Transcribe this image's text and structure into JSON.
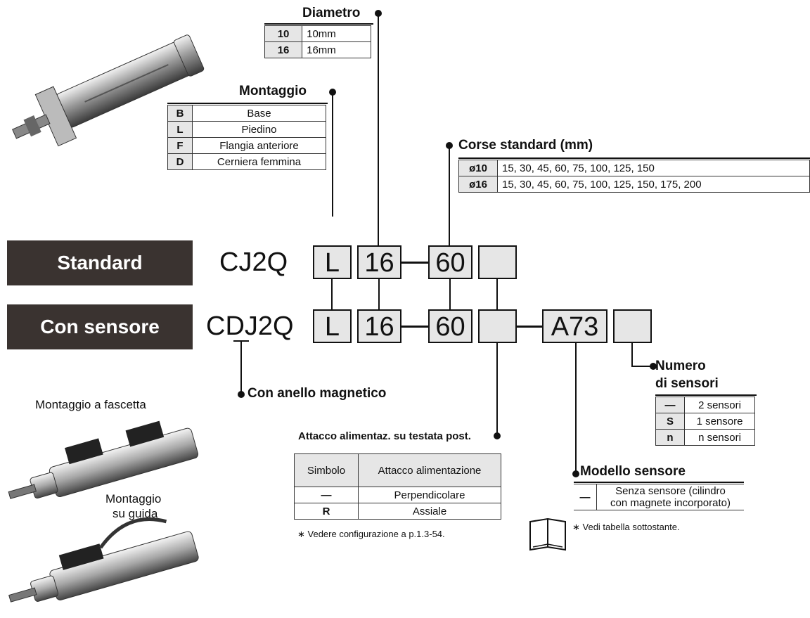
{
  "variants": {
    "standard": {
      "label": "Standard",
      "prefix": "CJ2Q",
      "codes": [
        "L",
        "16",
        "60",
        ""
      ]
    },
    "sensor": {
      "label": "Con sensore",
      "prefix": "CDJ2Q",
      "codes": [
        "L",
        "16",
        "60",
        "",
        "A73",
        ""
      ]
    }
  },
  "diametro": {
    "title": "Diametro",
    "rows": [
      {
        "code": "10",
        "value": "10mm"
      },
      {
        "code": "16",
        "value": "16mm"
      }
    ]
  },
  "montaggio": {
    "title": "Montaggio",
    "rows": [
      {
        "code": "B",
        "value": "Base"
      },
      {
        "code": "L",
        "value": "Piedino"
      },
      {
        "code": "F",
        "value": "Flangia anteriore"
      },
      {
        "code": "D",
        "value": "Cerniera femmina"
      }
    ]
  },
  "corse": {
    "title": "Corse standard  (mm)",
    "rows": [
      {
        "code": "ø10",
        "value": "15, 30, 45, 60, 75, 100, 125, 150"
      },
      {
        "code": "ø16",
        "value": "15, 30, 45, 60, 75, 100, 125, 150, 175, 200"
      }
    ]
  },
  "anello": {
    "title": "Con anello magnetico"
  },
  "attacco": {
    "title": "Attacco alimentaz. su testata post.",
    "header": [
      "Simbolo",
      "Attacco alimentazione"
    ],
    "rows": [
      {
        "code": "—",
        "value": "Perpendicolare"
      },
      {
        "code": "R",
        "value": "Assiale"
      }
    ],
    "note": "∗ Vedere configurazione a p.1.3-54."
  },
  "modello": {
    "title": "Modello sensore",
    "rows": [
      {
        "code": "—",
        "value_line1": "Senza sensore (cilindro",
        "value_line2": "con magnete incorporato)"
      }
    ],
    "note": "∗ Vedi tabella sottostante."
  },
  "numero": {
    "title_line1": "Numero",
    "title_line2": "di sensori",
    "rows": [
      {
        "code": "—",
        "value": "2 sensori"
      },
      {
        "code": "S",
        "value": "1 sensore"
      },
      {
        "code": "n",
        "value": "n sensori"
      }
    ]
  },
  "photos": {
    "fascetta": "Montaggio a fascetta",
    "guida_line1": "Montaggio",
    "guida_line2": "su guida"
  }
}
